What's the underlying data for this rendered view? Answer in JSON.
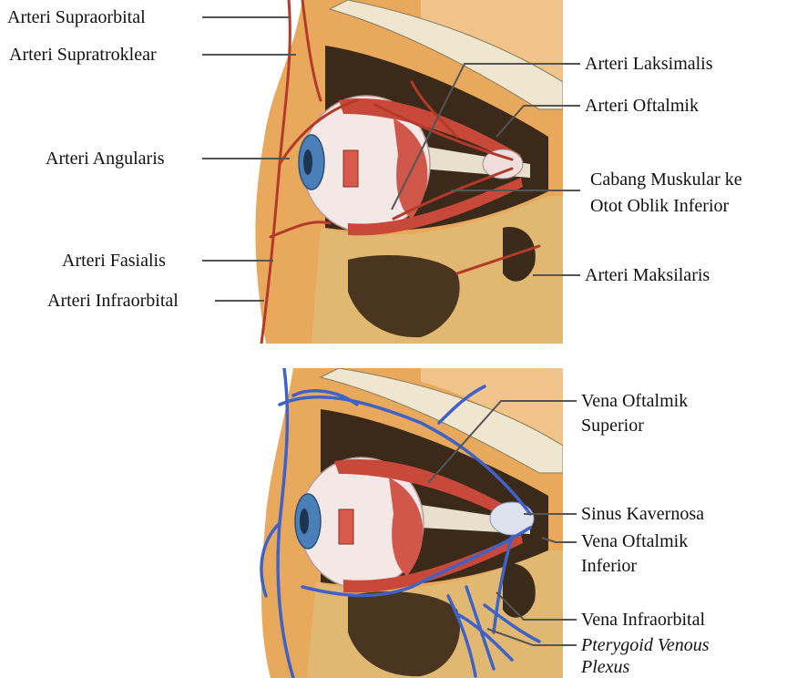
{
  "top_panel": {
    "labels": {
      "supraorbital": "Arteri Supraorbital",
      "supratroklear": "Arteri Supratroklear",
      "angularis": "Arteri Angularis",
      "fasialis": "Arteri Fasialis",
      "infraorbital": "Arteri Infraorbital",
      "laksimalis": "Arteri Laksimalis",
      "oftalmik": "Arteri Oftalmik",
      "cabang_line1": "Cabang Muskular ke",
      "cabang_line2": "Otot Oblik Inferior",
      "maksilaris": "Arteri Maksilaris"
    }
  },
  "bottom_panel": {
    "labels": {
      "vena_oftalmik_superior_line1": "Vena Oftalmik",
      "vena_oftalmik_superior_line2": "Superior",
      "sinus_kavernosa": "Sinus Kavernosa",
      "vena_oftalmik_inferior_line1": "Vena Oftalmik",
      "vena_oftalmik_inferior_line2": "Inferior",
      "vena_infraorbital": "Vena Infraorbital",
      "pterygoid_line1": "Pterygoid Venous",
      "pterygoid_line2": "Plexus"
    }
  },
  "colors": {
    "skin": "#e8a85a",
    "bone": "#efe6cf",
    "muscle": "#c8483a",
    "artery": "#b33a2a",
    "vein": "#3f62c8",
    "iris": "#4a7fb8",
    "sclera": "#f3e8e6",
    "cavity": "#3b2a1a"
  }
}
